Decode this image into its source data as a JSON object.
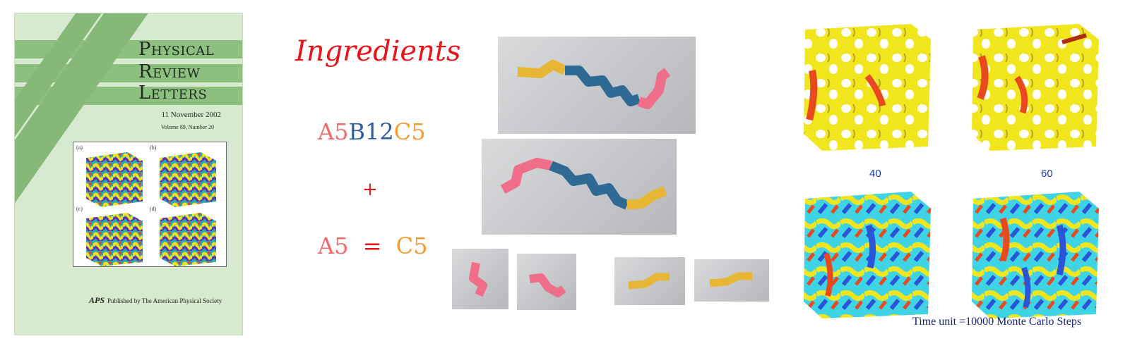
{
  "cover": {
    "title_line1": "HYSICAL",
    "title_cap1": "P",
    "title_line2": "EVIEW",
    "title_cap2": "R",
    "title_line3": "ETTERS",
    "title_cap3": "L",
    "date": "11 November 2002",
    "volume": "Volume 89, Number 20",
    "panels": [
      "(a)",
      "(b)",
      "(c)",
      "(d)"
    ],
    "publisher_logo": "APS",
    "publisher_text": "Published by The American Physical Society",
    "colors": {
      "background": "#d7e9cf",
      "bands": "#8dbf7f"
    }
  },
  "ingredients": {
    "title": "Ingredients",
    "formula1": {
      "a": "A5",
      "b": "B12",
      "c": "C5"
    },
    "plus": "+",
    "formula2": {
      "a": "A5",
      "eq": "=",
      "c": "C5"
    },
    "colors": {
      "title": "#e8141a",
      "A": "#f06a6a",
      "B": "#2e5e9e",
      "C": "#f79a2e"
    }
  },
  "simulations": {
    "labels": [
      "40",
      "60"
    ],
    "time_unit": "Time unit =10000 Monte Carlo Steps",
    "colors": {
      "surface": "#f1e51e",
      "cap": "#e8491d",
      "cyan": "#3fd3e6",
      "blue": "#2a55d6"
    }
  }
}
